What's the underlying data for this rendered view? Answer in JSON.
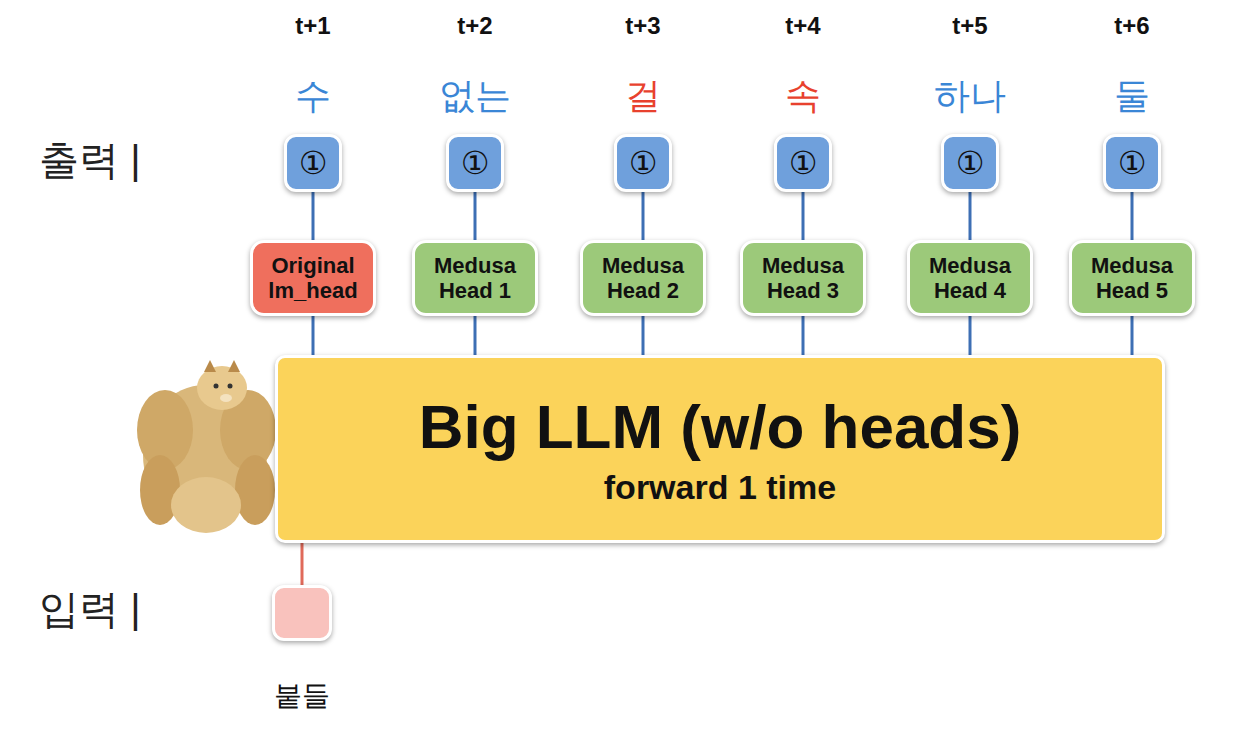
{
  "diagram": {
    "nodes": [
      {
        "text": [
          "①"
        ]
      },
      {
        "text": [
          "①"
        ]
      },
      {
        "text": [
          "①"
        ]
      },
      {
        "text": [
          "①"
        ]
      },
      {
        "text": [
          "①"
        ]
      },
      {
        "text": [
          "①"
        ]
      },
      {
        "text": [
          "Original lm_head"
        ]
      },
      {
        "text": [
          "Medusa Head 1"
        ]
      },
      {
        "text": [
          "Medusa Head 2"
        ]
      },
      {
        "text": [
          "Medusa Head 3"
        ]
      },
      {
        "text": [
          "Medusa Head 4"
        ]
      },
      {
        "text": [
          "Medusa Head 5"
        ]
      },
      {
        "text": [
          "Big LLM (w/o heads)",
          "forward 1 time"
        ]
      },
      {
        "text": [
          "붙들"
        ]
      }
    ],
    "edges": [
      {
        "from": 0,
        "to": 6,
        "arrow": "none"
      },
      {
        "from": 1,
        "to": 7,
        "arrow": "none"
      },
      {
        "from": 2,
        "to": 8,
        "arrow": "none"
      },
      {
        "from": 3,
        "to": 9,
        "arrow": "none"
      },
      {
        "from": 4,
        "to": 10,
        "arrow": "none"
      },
      {
        "from": 5,
        "to": 11,
        "arrow": "none"
      },
      {
        "from": 6,
        "to": 12,
        "arrow": "none"
      },
      {
        "from": 7,
        "to": 12,
        "arrow": "none"
      },
      {
        "from": 8,
        "to": 12,
        "arrow": "none"
      },
      {
        "from": 9,
        "to": 12,
        "arrow": "none"
      },
      {
        "from": 10,
        "to": 12,
        "arrow": "none"
      },
      {
        "from": 11,
        "to": 12,
        "arrow": "none"
      },
      {
        "from": 12,
        "to": 13,
        "arrow": "none"
      }
    ],
    "labels": [
      "t+1",
      "t+2",
      "t+3",
      "t+4",
      "t+5",
      "t+6",
      "수",
      "없는",
      "걸",
      "속",
      "하나",
      "둘",
      "출력 |",
      "입력 |"
    ]
  }
}
